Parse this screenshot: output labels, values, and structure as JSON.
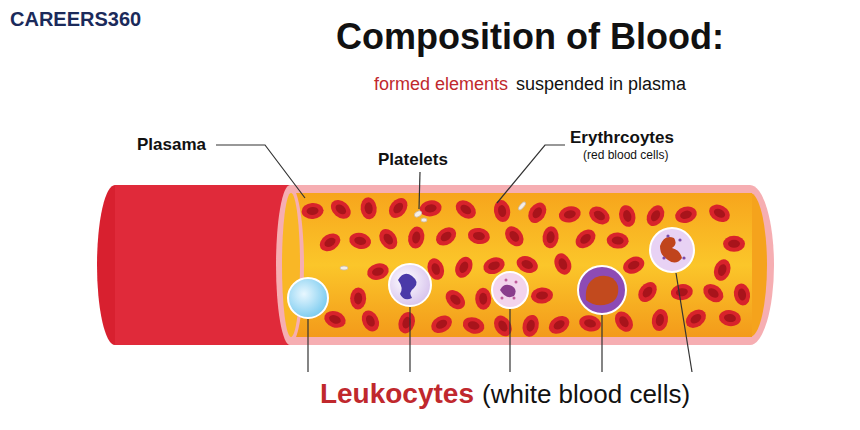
{
  "diagram": {
    "title": "Composition of Blood:",
    "labels": [
      "CAREERS360",
      "formed elements",
      "suspended in plasma",
      "Plasama",
      "Platelets",
      "Erythrcoytes",
      "(red blood cells)",
      "Leukocytes",
      "(white blood cells)"
    ]
  }
}
